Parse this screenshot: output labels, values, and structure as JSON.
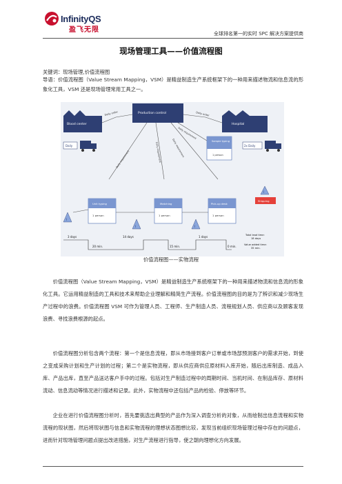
{
  "header": {
    "logo_en": "InfinityQS",
    "logo_cn": "盈飞无限",
    "slogan": "全球排名第一的实时 SPC 解决方案提供商"
  },
  "doc": {
    "title": "现场管理工具——价值流程图",
    "keywords": "关键词：现场管理,价值流程图",
    "intro": "导语：价值流程图（Value Stream Mapping，VSM）是精益制造生产系统框架下的一种用来描述物流和信息流的形象化工具，VSM 还是现场管理常用工具之一。",
    "caption": "价值流程图——实物流程",
    "para1": "价值流程图（Value Stream Mapping，VSM）是精益制造生产系统框架下的一种用来描述物流和信息流的形象化工具。它运用精益制造的工具和技术来帮助企业理解和精简生产流程。价值流程图的目的是为了辨识和减少现场生产过程中的浪费。价值流程图 VSM 可作为管理人员、工程师、生产制造人员、流程规划人员、供应商以及顾客发现浪费、寻找浪费根源的起点。",
    "para2": "价值流程图分析包含两个流程：第一个是信息流程，即从市场接到客户订单或市场部预测客户的需求开始，到使之变成采购计划和生产计划的过程；第二个是实物流程，即从供应商供应原材料入库开始，随后出库制造、成品入库、产品出库，直至产品送达客户手中的过程。包括对生产制造过程中的周期时间、当机时间、在制品库存、原材料流动、信息流动等情况进行描述和记录。此外，实物流程中还包括产品的检验、停放等环节。",
    "para3": "企业在进行价值流程图分析时，首先要挑选出典型的产品作为深入调查分析的对象，从而绘制出信息流程和实物流程的现状图，然后将现状图与信息和实物流程的理想状态图想比较，发现当前组织现场管理过程中存在的问题点，进而针对现场管理问题点提出改进措施，对生产流程进行指导，使之朝向理想化方向发展。"
  },
  "vsm": {
    "production_control": "Production control",
    "blood_center": "Blood center",
    "hospital": "Hospital",
    "daily_order_left": "Daily order",
    "daily_order_right": "Daily order",
    "daily_requirement_1": "Daily requirement",
    "daily_requirement_2": "Daily requirement",
    "daily_requirement_3": "Daily requirement",
    "daily_requirement_4": "Daily requirement",
    "daily_left": "Daily",
    "daily_right": "2x Daily",
    "sample_typing": "Sample typing",
    "one_person": "1 person",
    "shipping": "Shipping",
    "processes": [
      {
        "name": "Unit typing",
        "staff": "1 person"
      },
      {
        "name": "Matching",
        "staff": "1 person"
      },
      {
        "name": "Pick-up desk",
        "staff": "1 person"
      }
    ],
    "inventory_mark": "I",
    "timeline_top": [
      "3 days",
      "14 days",
      "1 days"
    ],
    "timeline_bottom": [
      "20 min.",
      "15 min.",
      "0 min."
    ],
    "total_lead_label": "Total lead time:",
    "total_lead_value": "18 days",
    "value_added_label": "Value added time:",
    "value_added_value": "35 min."
  }
}
